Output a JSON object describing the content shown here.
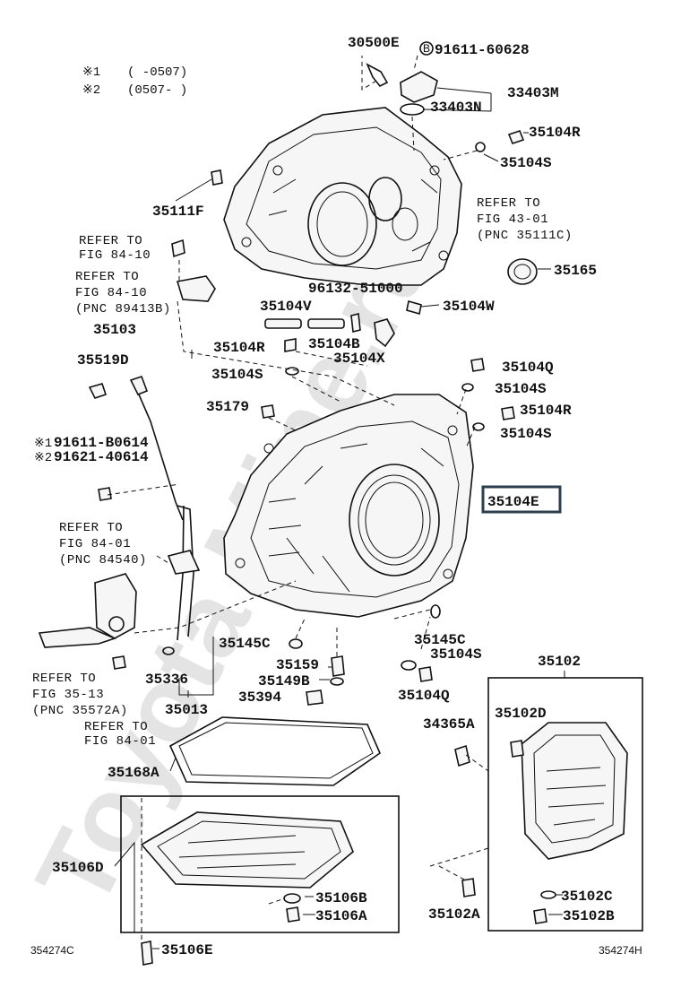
{
  "watermark": "Toyota Mine.ru",
  "notes": [
    {
      "mark": "※1",
      "range": "( -0507)"
    },
    {
      "mark": "※2",
      "range": "(0507- )"
    }
  ],
  "labels": {
    "p30500E": "30500E",
    "p91611_60628": "91611-60628",
    "p33403M": "33403M",
    "p33403N": "33403N",
    "p35104R_a": "35104R",
    "p35104S_a": "35104S",
    "p35111F": "35111F",
    "p35165": "35165",
    "p96132": "96132-51000",
    "p35104V": "35104V",
    "p35104W": "35104W",
    "p35103": "35103",
    "p35519D": "35519D",
    "p35104R_b": "35104R",
    "p35104B": "35104B",
    "p35104X": "35104X",
    "p35104S_b": "35104S",
    "p35104Q_a": "35104Q",
    "p35104S_c": "35104S",
    "p35179": "35179",
    "p35104R_c": "35104R",
    "p35104S_d": "35104S",
    "p35104E": "35104E",
    "p91611_B0614": "91611-B0614",
    "p91621_40614": "91621-40614",
    "p35145C_a": "35145C",
    "p35145C_b": "35145C",
    "p35104S_e": "35104S",
    "p35159": "35159",
    "p35336": "35336",
    "p35149B": "35149B",
    "p35104Q_b": "35104Q",
    "p35394": "35394",
    "p35013": "35013",
    "p35102": "35102",
    "p34365A": "34365A",
    "p35102D": "35102D",
    "p35168A": "35168A",
    "p35106D": "35106D",
    "p35106B": "35106B",
    "p35106A": "35106A",
    "p35102C": "35102C",
    "p35102A": "35102A",
    "p35102B": "35102B",
    "p35106E": "35106E",
    "bolt_mark": "B",
    "note1": "※1",
    "note2": "※2"
  },
  "refs": {
    "r43_01_a": "REFER TO",
    "r43_01_b": "FIG 43-01",
    "r43_01_c": "(PNC 35111C)",
    "r84_10a_a": "REFER TO",
    "r84_10a_b": "FIG 84-10",
    "r84_10b_a": "REFER TO",
    "r84_10b_b": "FIG 84-10",
    "r84_10b_c": "(PNC 89413B)",
    "r84_01a_a": "REFER TO",
    "r84_01a_b": "FIG 84-01",
    "r84_01a_c": "(PNC 84540)",
    "r35_13_a": "REFER TO",
    "r35_13_b": "FIG 35-13",
    "r35_13_c": "(PNC 35572A)",
    "r84_01b_a": "REFER TO",
    "r84_01b_b": "FIG 84-01"
  },
  "footer": {
    "left_code": "354274C",
    "right_code": "354274H"
  },
  "highlight_part": "35104E",
  "colors": {
    "line": "#111111",
    "highlight_box": "#2c3e50",
    "watermark": "#e4e4e4"
  }
}
